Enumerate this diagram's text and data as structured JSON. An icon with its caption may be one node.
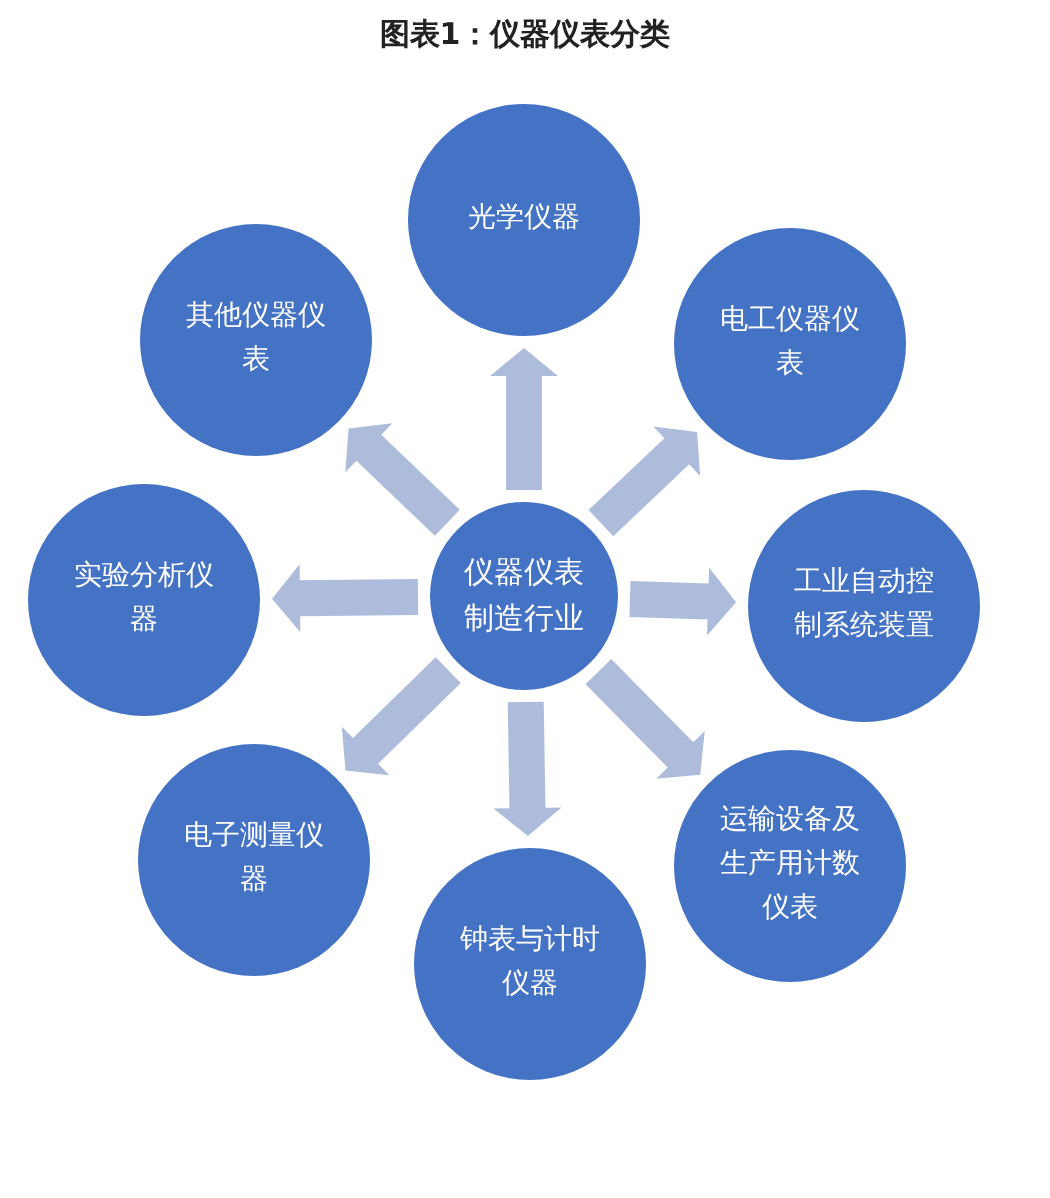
{
  "diagram": {
    "title": "图表1：仪器仪表分类",
    "nodes": [
      {
        "text": [
          "仪器仪表制造行业"
        ]
      },
      {
        "text": [
          "光学仪器"
        ]
      },
      {
        "text": [
          "电工仪器仪表"
        ]
      },
      {
        "text": [
          "工业自动控制系统装置"
        ]
      },
      {
        "text": [
          "运输设备及生产用计数仪表"
        ]
      },
      {
        "text": [
          "钟表与计时仪器"
        ]
      },
      {
        "text": [
          "电子测量仪器"
        ]
      },
      {
        "text": [
          "实验分析仪器"
        ]
      },
      {
        "text": [
          "其他仪器仪表"
        ]
      }
    ],
    "edges": [
      {
        "from": 0,
        "to": 1,
        "arrow": "to",
        "style": "thick"
      },
      {
        "from": 0,
        "to": 2,
        "arrow": "to",
        "style": "thick"
      },
      {
        "from": 0,
        "to": 3,
        "arrow": "to",
        "style": "thick"
      },
      {
        "from": 0,
        "to": 4,
        "arrow": "to",
        "style": "thick"
      },
      {
        "from": 0,
        "to": 5,
        "arrow": "to",
        "style": "thick"
      },
      {
        "from": 0,
        "to": 6,
        "arrow": "to",
        "style": "thick"
      },
      {
        "from": 0,
        "to": 7,
        "arrow": "to",
        "style": "thick"
      },
      {
        "from": 0,
        "to": 8,
        "arrow": "to",
        "style": "thick"
      }
    ]
  }
}
